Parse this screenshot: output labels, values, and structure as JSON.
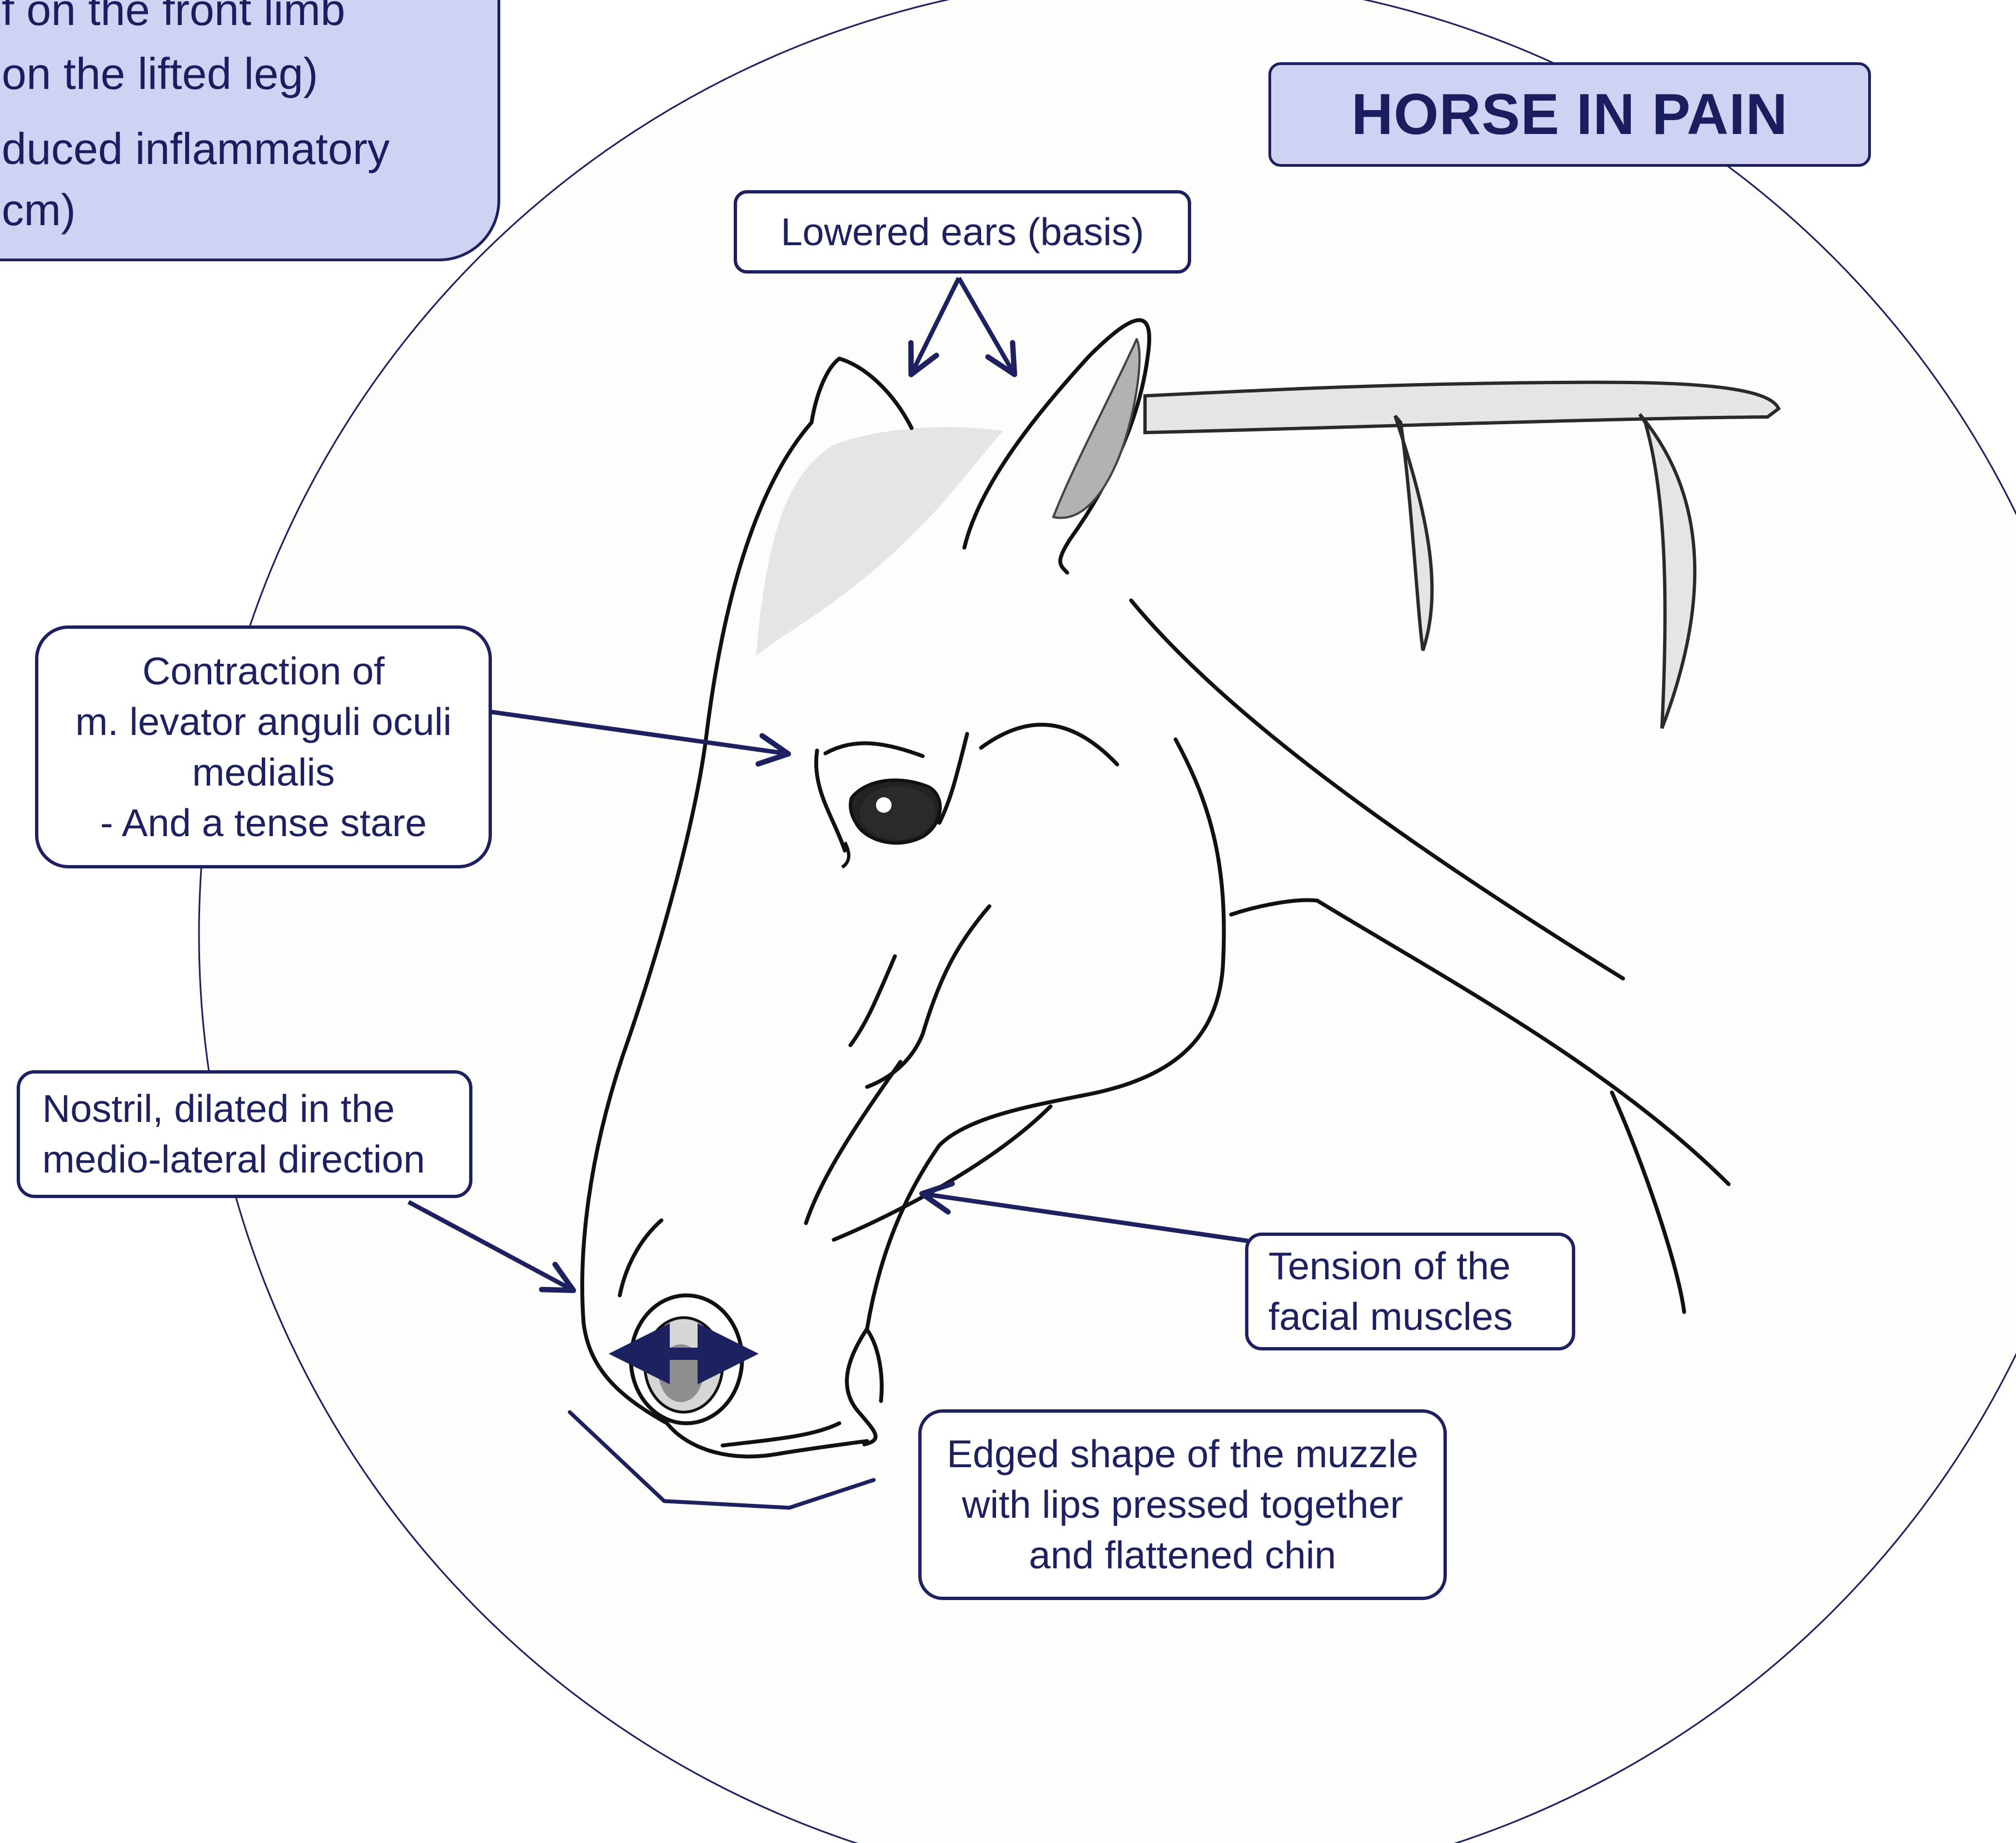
{
  "title": "HORSE IN PAIN",
  "info_box": {
    "lines": [
      "f on the front limb",
      "on the lifted leg)",
      "duced inflammatory",
      "cm)"
    ]
  },
  "labels": {
    "ears": "Lowered ears (basis)",
    "levator": [
      "Contraction of",
      "m. levator anguli oculi",
      "medialis",
      "- And a tense stare"
    ],
    "nostril": [
      "Nostril, dilated in the",
      "medio-lateral direction"
    ],
    "tension": [
      "Tension of the",
      "facial muscles"
    ],
    "muzzle": [
      "Edged shape of the muzzle",
      "with lips pressed together",
      "and flattened chin"
    ]
  },
  "colors": {
    "navy": "#1e2160",
    "lavender": "#d0d2f3",
    "circle_fill": "#fdfdfb",
    "mane_grey": "#e6e5e5"
  }
}
